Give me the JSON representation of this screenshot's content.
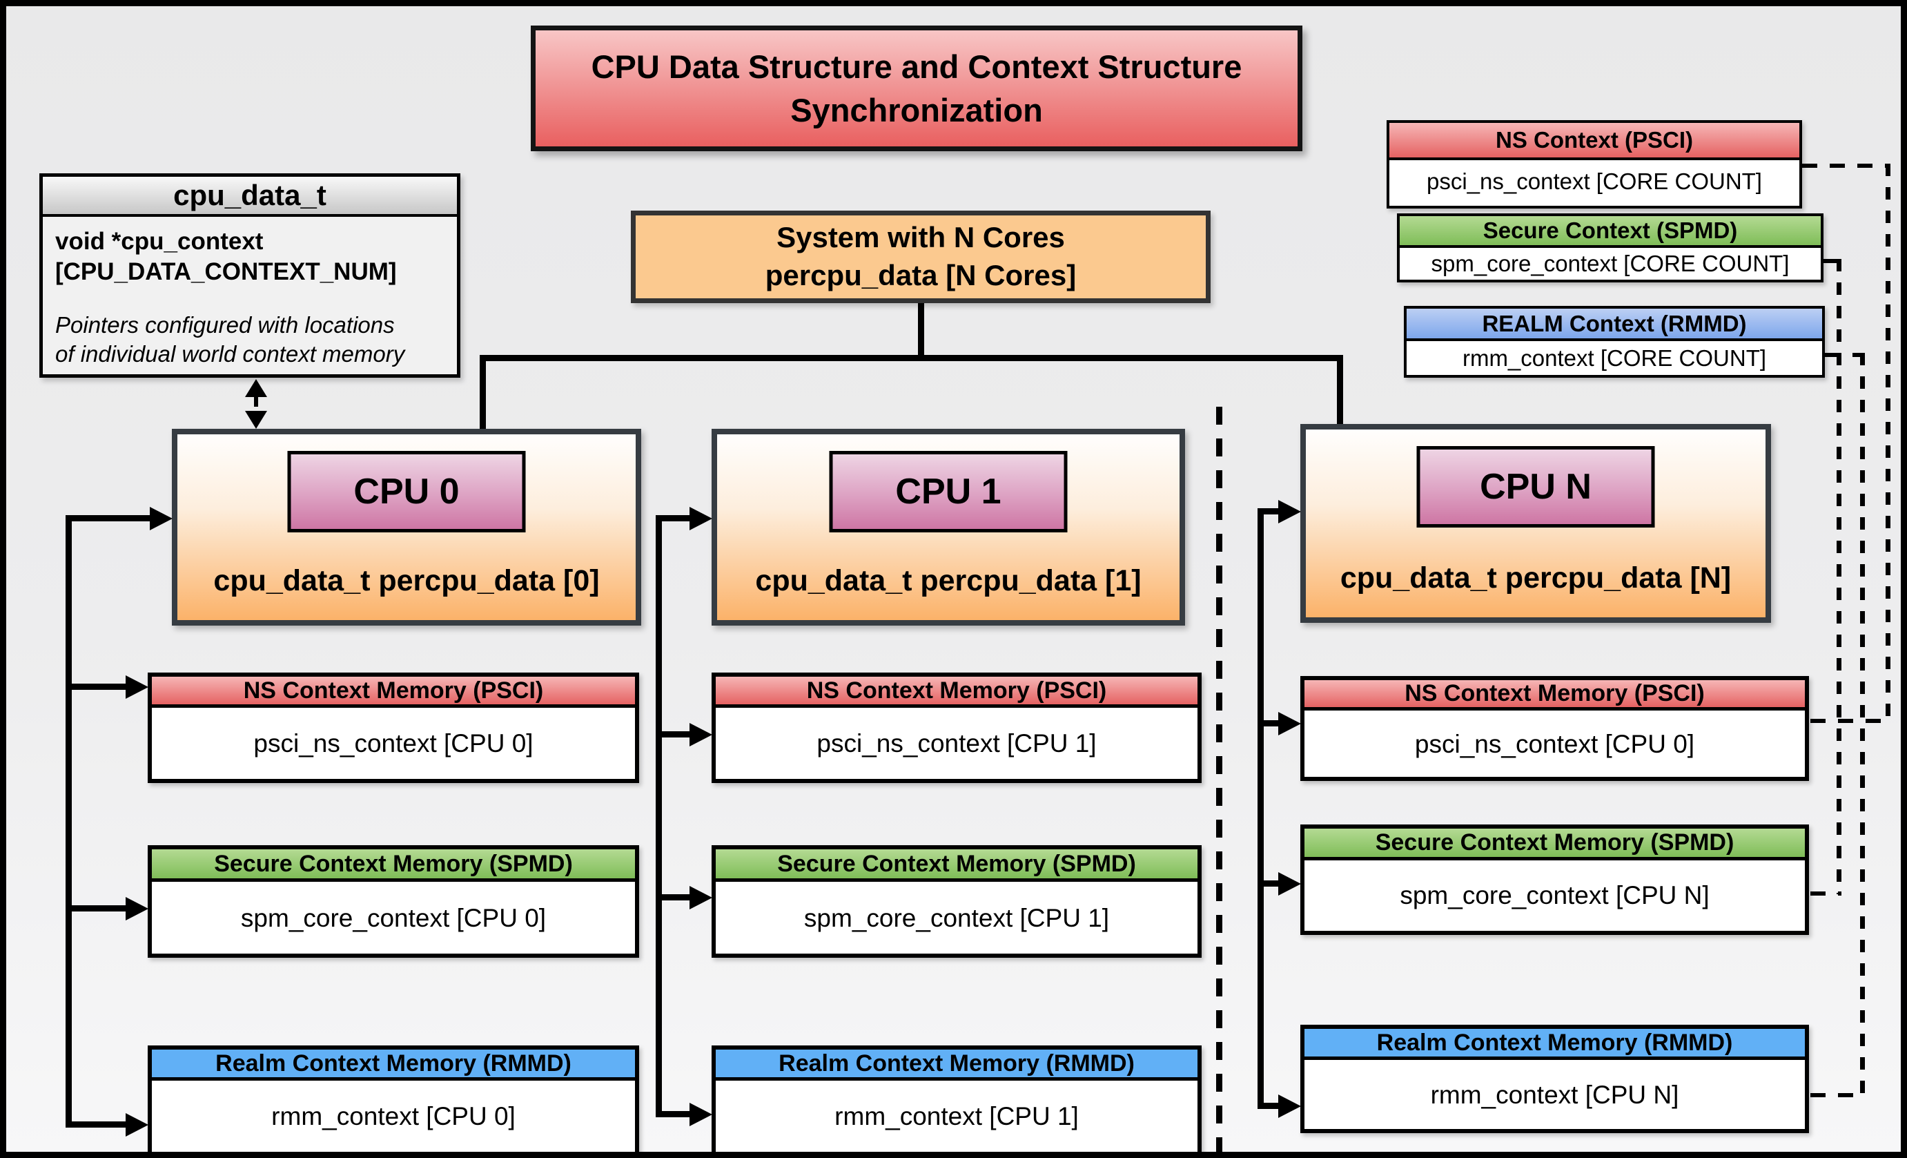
{
  "title": {
    "line1": "CPU Data Structure and Context Structure",
    "line2": "Synchronization"
  },
  "cpu_data_t_box": {
    "header": "cpu_data_t",
    "field_line1": "void  *cpu_context",
    "field_line2": "[CPU_DATA_CONTEXT_NUM]",
    "note_line1": "Pointers configured with locations",
    "note_line2": "of individual world context memory"
  },
  "system_box": {
    "line1": "System with N Cores",
    "line2": "percpu_data [N Cores]"
  },
  "legend": {
    "ns": {
      "header": "NS Context  (PSCI)",
      "body": "psci_ns_context [CORE COUNT]"
    },
    "secure": {
      "header": "Secure Context (SPMD)",
      "body": "spm_core_context [CORE COUNT]"
    },
    "realm": {
      "header": "REALM Context (RMMD)",
      "body": "rmm_context [CORE COUNT]"
    }
  },
  "context_headers": {
    "ns": "NS Context Memory (PSCI)",
    "secure": "Secure Context Memory (SPMD)",
    "realm": "Realm Context Memory (RMMD)"
  },
  "cpus": [
    {
      "name": "CPU 0",
      "label": "cpu_data_t percpu_data [0]",
      "ns": "psci_ns_context [CPU 0]",
      "secure": "spm_core_context [CPU 0]",
      "realm": "rmm_context [CPU 0]"
    },
    {
      "name": "CPU 1",
      "label": "cpu_data_t percpu_data [1]",
      "ns": "psci_ns_context [CPU 1]",
      "secure": "spm_core_context [CPU 1]",
      "realm": "rmm_context [CPU 1]"
    },
    {
      "name": "CPU N",
      "label": "cpu_data_t percpu_data [N]",
      "ns": "psci_ns_context [CPU 0]",
      "secure": "spm_core_context [CPU N]",
      "realm": "rmm_context [CPU N]"
    }
  ],
  "colors": {
    "red_header": "#e56262",
    "green_header": "#7fbd58",
    "blue_header": "#61b0f6",
    "orange_cpu": "#fbb269",
    "pink_chip": "#ce76a4",
    "peach_system": "#fbc98f",
    "title_red": "#e96060"
  }
}
